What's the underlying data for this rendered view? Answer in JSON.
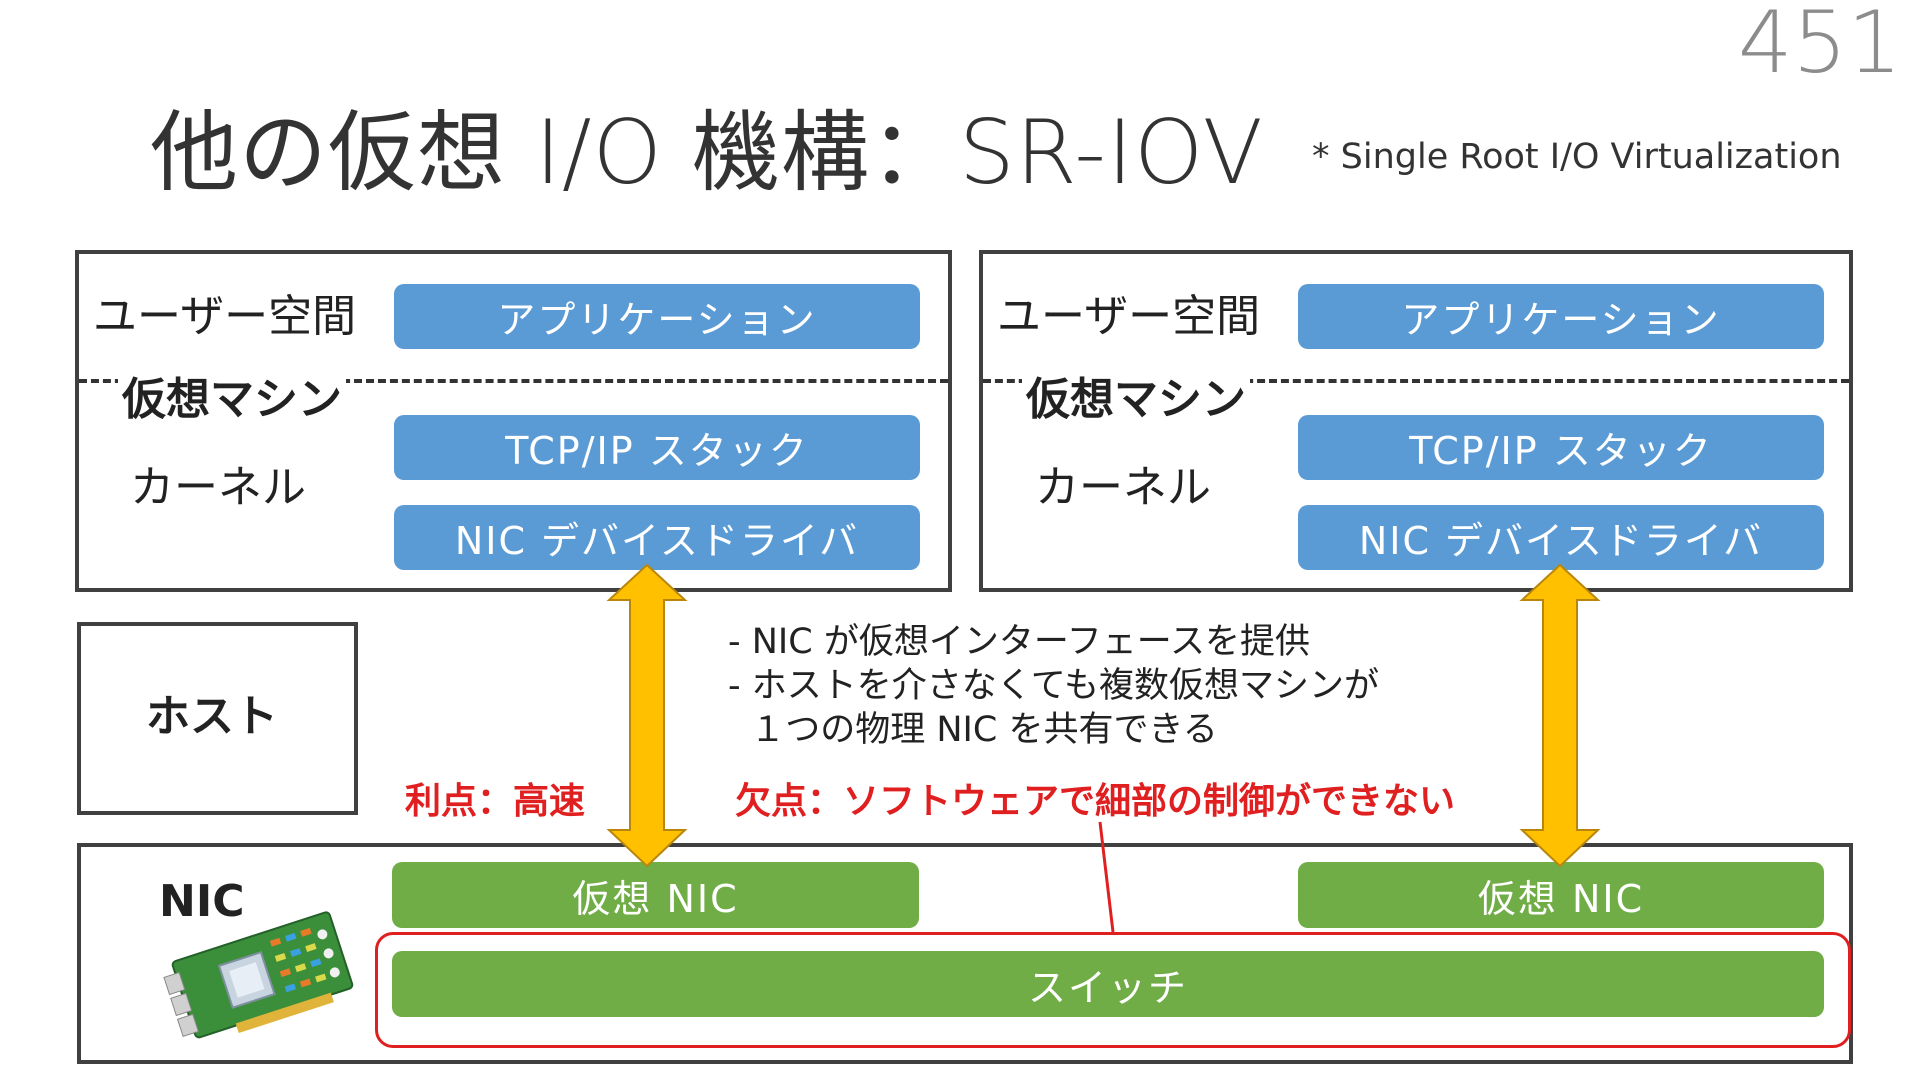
{
  "page_number": "451",
  "title": "他の仮想 I/O 機構：SR-IOV",
  "title_note": "* Single Root I/O Virtualization",
  "vm_left": {
    "user_space_label": "ユーザー空間",
    "vm_label": "仮想マシン",
    "kernel_label": "カーネル",
    "app_bar": "アプリケーション",
    "tcpip_bar": "TCP/IP スタック",
    "driver_bar": "NIC デバイスドライバ"
  },
  "vm_right": {
    "user_space_label": "ユーザー空間",
    "vm_label": "仮想マシン",
    "kernel_label": "カーネル",
    "app_bar": "アプリケーション",
    "tcpip_bar": "TCP/IP スタック",
    "driver_bar": "NIC デバイスドライバ"
  },
  "host_label": "ホスト",
  "notes": [
    "- NIC が仮想インターフェースを提供",
    "- ホストを介さなくても複数仮想マシンが",
    "  １つの物理 NIC を共有できる"
  ],
  "advantage": "利点：高速",
  "disadvantage": "欠点：ソフトウェアで細部の制御ができない",
  "nic": {
    "label": "NIC",
    "vnic_left": "仮想 NIC",
    "vnic_right": "仮想 NIC",
    "switch": "スイッチ"
  },
  "colors": {
    "bar_blue": "#5b9bd5",
    "bar_green": "#70ad47",
    "arrow_yellow": "#ffc000",
    "highlight_red": "#e02020"
  },
  "icons": [
    "nic-card-illustration",
    "double-arrow-icon"
  ]
}
